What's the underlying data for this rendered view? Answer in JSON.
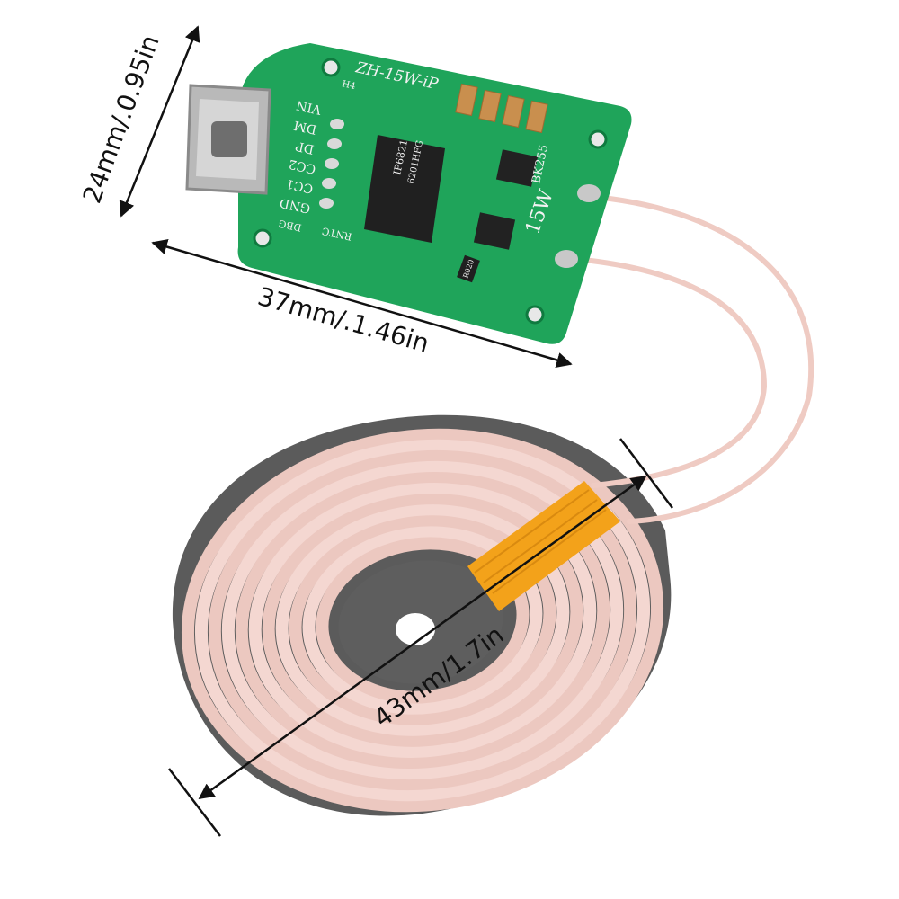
{
  "dimensions": {
    "pcb_height": "24mm/.0.95in",
    "pcb_width": "37mm/.1.46in",
    "coil_diameter": "43mm/1.7in"
  },
  "pcb_silkscreen": {
    "model": "ZH-15W-iP",
    "power": "15W",
    "pin_vin": "VIN",
    "pin_dm": "DM",
    "pin_dp": "DP",
    "pin_cc2": "CC2",
    "pin_cc1": "CC1",
    "pin_gnd": "GND",
    "pin_dbg": "DBG",
    "ntc": "RNTC",
    "ic_label": "BK255",
    "chip_line1": "IP6821",
    "chip_line2": "6201HFG",
    "resistor": "R020",
    "diode": "H4"
  },
  "colors": {
    "pcb_green": "#1fa45a",
    "copper_wire": "#f0cfc8",
    "ferrite": "#5e5e5e",
    "kapton_tape": "#f3a21a"
  }
}
